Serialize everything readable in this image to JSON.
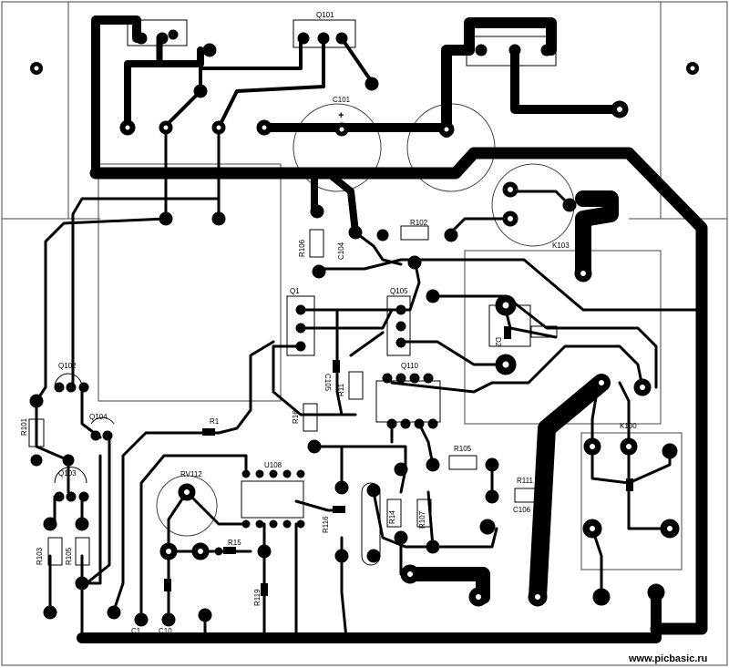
{
  "board": {
    "watermark": "www.picbasic.ru",
    "plus_marking": "+",
    "labels": {
      "q101": "Q101",
      "q102": "Q102",
      "q103": "Q103",
      "q104": "Q104",
      "q1": "Q1",
      "q105": "Q105",
      "q110": "Q110",
      "c101": "C101",
      "c104": "C104",
      "c105": "C105",
      "c106": "C106",
      "r101": "R101",
      "r102": "R102",
      "r103": "R103",
      "r105": "R105",
      "r106": "R106",
      "r107": "R107",
      "r111": "R111",
      "r105b": "R105",
      "r1": "R1",
      "r11": "R11",
      "r14": "R14",
      "r15": "R15",
      "r16": "R16",
      "r116": "R116",
      "r119": "R119",
      "k100": "K100",
      "k103": "K103",
      "u108": "U108",
      "rv112": "RV112",
      "d2": "D2",
      "c1": "C1",
      "c10": "C10"
    }
  }
}
